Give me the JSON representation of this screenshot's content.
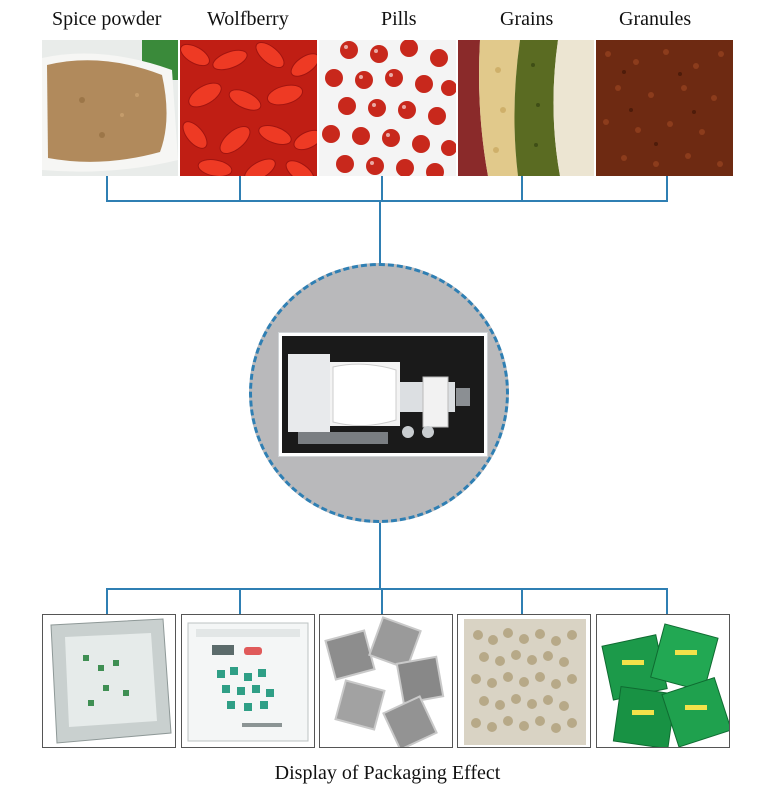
{
  "materials": [
    {
      "label": "Spice powder",
      "icon": "spice-powder-image",
      "color": "#b18a5c"
    },
    {
      "label": "Wolfberry",
      "icon": "wolfberry-image",
      "color": "#e8321e"
    },
    {
      "label": "Pills",
      "icon": "pills-image",
      "color": "#c8281c"
    },
    {
      "label": "Grains",
      "icon": "grains-image",
      "color": "#5a6b22"
    },
    {
      "label": "Granules",
      "icon": "granules-image",
      "color": "#6e2a12"
    }
  ],
  "machine": {
    "icon": "packaging-machine-image"
  },
  "packages": [
    {
      "icon": "foil-sachet-image",
      "color": "#c9d0cf"
    },
    {
      "icon": "printed-sachet-image",
      "color": "#f4f6f6"
    },
    {
      "icon": "tea-bag-sachets-image",
      "color": "#9a9a9a"
    },
    {
      "icon": "clear-grain-bag-image",
      "color": "#b7a988"
    },
    {
      "icon": "green-sachets-image",
      "color": "#1c9a4a"
    }
  ],
  "caption": "Display of Packaging Effect",
  "connector_color": "#2f7fb3"
}
